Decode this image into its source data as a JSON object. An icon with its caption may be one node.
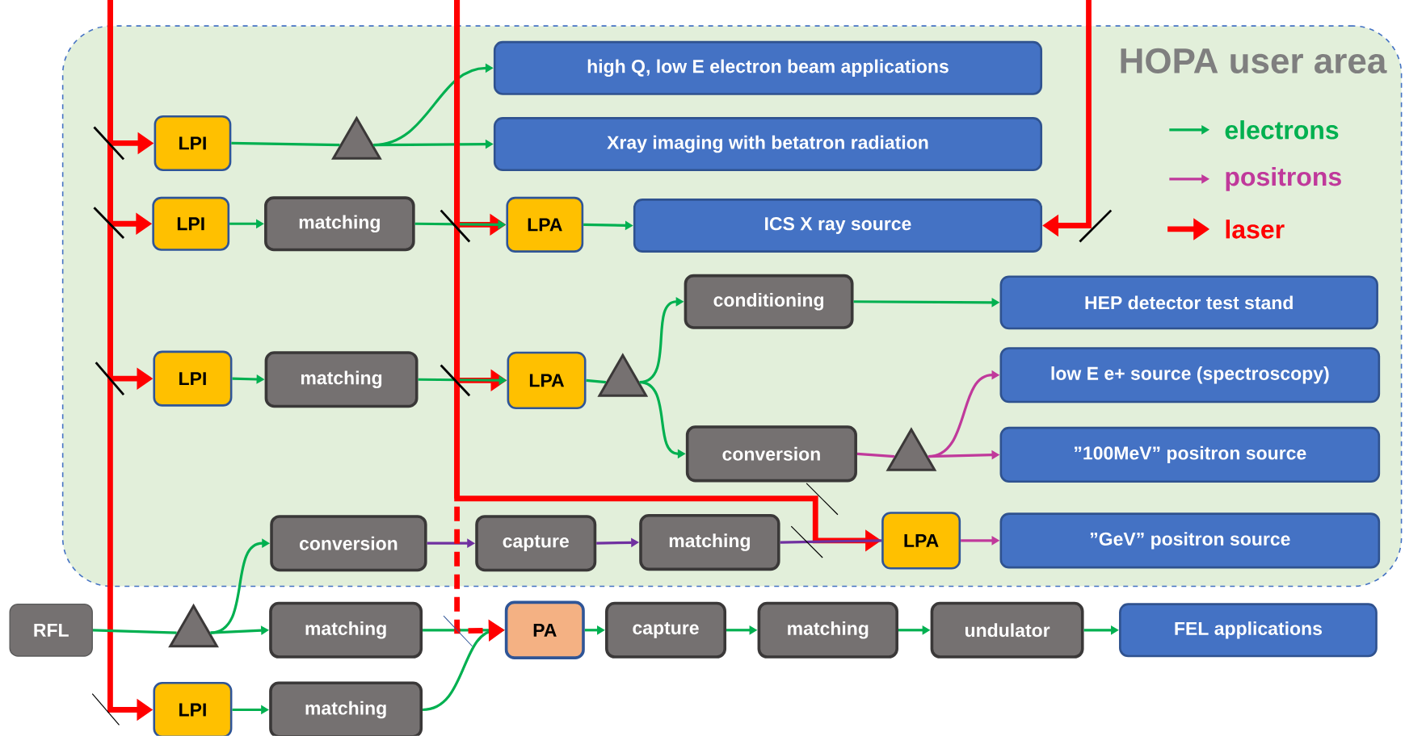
{
  "diagram": {
    "nodes": [
      {
        "text": [
          "HOPA user area"
        ]
      },
      {
        "text": [
          "LPI"
        ],
        "in": 0
      },
      {
        "text": [],
        "shape": "triangle",
        "in": 0
      },
      {
        "text": [
          "high Q, low E electron beam applications"
        ],
        "in": 0
      },
      {
        "text": [
          "Xray imaging with betatron radiation"
        ],
        "in": 0
      },
      {
        "text": [
          "LPI"
        ],
        "in": 0
      },
      {
        "text": [
          "matching"
        ],
        "in": 0
      },
      {
        "text": [
          "LPA"
        ],
        "in": 0
      },
      {
        "text": [
          "ICS X ray source"
        ],
        "in": 0
      },
      {
        "text": [
          "conditioning"
        ],
        "in": 0
      },
      {
        "text": [
          "HEP detector test stand"
        ],
        "in": 0
      },
      {
        "text": [
          "LPI"
        ],
        "in": 0
      },
      {
        "text": [
          "matching"
        ],
        "in": 0
      },
      {
        "text": [
          "LPA"
        ],
        "in": 0
      },
      {
        "text": [],
        "shape": "triangle",
        "in": 0
      },
      {
        "text": [
          "low E e+ source (spectroscopy)"
        ],
        "in": 0
      },
      {
        "text": [
          "conversion"
        ],
        "in": 0
      },
      {
        "text": [],
        "shape": "triangle",
        "in": 0
      },
      {
        "text": [
          "”100MeV” positron source"
        ],
        "in": 0
      },
      {
        "text": [
          "conversion"
        ],
        "in": 0
      },
      {
        "text": [
          "capture"
        ],
        "in": 0
      },
      {
        "text": [
          "matching"
        ],
        "in": 0
      },
      {
        "text": [
          "LPA"
        ],
        "in": 0
      },
      {
        "text": [
          "”GeV” positron source"
        ],
        "in": 0
      },
      {
        "text": [
          "RFL"
        ]
      },
      {
        "text": [],
        "shape": "triangle"
      },
      {
        "text": [
          "matching"
        ]
      },
      {
        "text": [
          "PA"
        ]
      },
      {
        "text": [
          "capture"
        ]
      },
      {
        "text": [
          "matching"
        ]
      },
      {
        "text": [
          "undulator"
        ]
      },
      {
        "text": [
          "FEL applications"
        ]
      },
      {
        "text": [
          "LPI"
        ]
      },
      {
        "text": [
          "matching"
        ]
      }
    ],
    "edges": [
      {
        "from": 1,
        "to": 2,
        "arrow": "none"
      },
      {
        "from": 2,
        "to": 3,
        "arrow": "to"
      },
      {
        "from": 2,
        "to": 4,
        "arrow": "to"
      },
      {
        "from": 5,
        "to": 6,
        "arrow": "to"
      },
      {
        "from": 6,
        "to": 7,
        "arrow": "to"
      },
      {
        "from": 7,
        "to": 8,
        "arrow": "to"
      },
      {
        "from": 11,
        "to": 12,
        "arrow": "to"
      },
      {
        "from": 12,
        "to": 13,
        "arrow": "to"
      },
      {
        "from": 13,
        "to": 14,
        "arrow": "none"
      },
      {
        "from": 14,
        "to": 9,
        "arrow": "to"
      },
      {
        "from": 14,
        "to": 16,
        "arrow": "to"
      },
      {
        "from": 9,
        "to": 10,
        "arrow": "to"
      },
      {
        "from": 16,
        "to": 17,
        "arrow": "none",
        "color": "#c0399b"
      },
      {
        "from": 17,
        "to": 15,
        "arrow": "to",
        "color": "#c0399b"
      },
      {
        "from": 17,
        "to": 18,
        "arrow": "to",
        "color": "#c0399b"
      },
      {
        "from": 19,
        "to": 20,
        "arrow": "to",
        "color": "#7030a0"
      },
      {
        "from": 20,
        "to": 21,
        "arrow": "to",
        "color": "#7030a0"
      },
      {
        "from": 21,
        "to": 22,
        "arrow": "none",
        "color": "#7030a0"
      },
      {
        "from": 22,
        "to": 23,
        "arrow": "to",
        "color": "#c0399b"
      },
      {
        "from": 24,
        "to": 25,
        "arrow": "none"
      },
      {
        "from": 25,
        "to": 19,
        "arrow": "to"
      },
      {
        "from": 25,
        "to": 26,
        "arrow": "to"
      },
      {
        "from": 26,
        "to": 27,
        "arrow": "to"
      },
      {
        "from": 33,
        "to": 27,
        "arrow": "to"
      },
      {
        "from": 27,
        "to": 28,
        "arrow": "to"
      },
      {
        "from": 28,
        "to": 29,
        "arrow": "to"
      },
      {
        "from": 29,
        "to": 30,
        "arrow": "to"
      },
      {
        "from": 30,
        "to": 31,
        "arrow": "to"
      },
      {
        "from": 32,
        "to": 33,
        "arrow": "to"
      },
      {
        "from": null,
        "to": 1,
        "arrow": "to",
        "style": "thick",
        "color": "#ff0000"
      },
      {
        "from": null,
        "to": 5,
        "arrow": "to",
        "style": "thick",
        "color": "#ff0000"
      },
      {
        "from": null,
        "to": 11,
        "arrow": "to",
        "style": "thick",
        "color": "#ff0000"
      },
      {
        "from": null,
        "to": 32,
        "arrow": "to",
        "style": "thick",
        "color": "#ff0000"
      },
      {
        "from": null,
        "to": 7,
        "arrow": "to",
        "style": "thick",
        "color": "#ff0000"
      },
      {
        "from": null,
        "to": 13,
        "arrow": "to",
        "style": "thick",
        "color": "#ff0000"
      },
      {
        "from": null,
        "to": 22,
        "arrow": "to",
        "style": "thick",
        "color": "#ff0000"
      },
      {
        "from": null,
        "to": 27,
        "arrow": "to",
        "style": "dashed",
        "color": "#ff0000"
      },
      {
        "from": null,
        "to": 8,
        "arrow": "to",
        "style": "thick",
        "color": "#ff0000"
      }
    ],
    "legend": [
      {
        "text": "electrons",
        "color": "#00b050"
      },
      {
        "text": "positrons",
        "color": "#c0399b"
      },
      {
        "text": "laser",
        "color": "#ff0000"
      }
    ]
  }
}
